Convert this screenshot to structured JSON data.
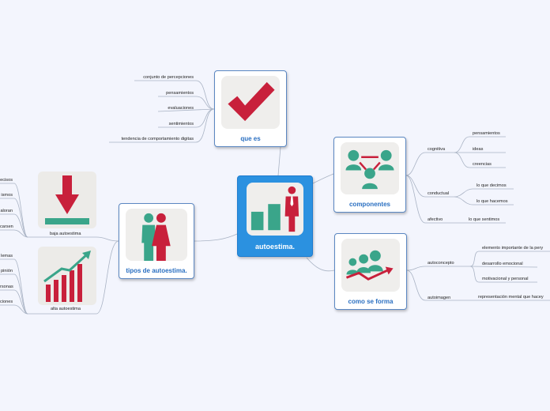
{
  "central": {
    "label": "autoestima."
  },
  "que_es": {
    "label": "que es",
    "icon": "red-checkmark-icon",
    "items": [
      "conjunto de percepciones",
      "pensamientos",
      "evaluaciones",
      "sentimientos",
      "tendencia de comportamiento digitas"
    ]
  },
  "componentes": {
    "label": "componentes",
    "icon": "team-network-icon",
    "groups": [
      {
        "label": "cognitiva",
        "items": [
          "pensamientos",
          "ideas",
          "creencias"
        ]
      },
      {
        "label": "conductual",
        "items": [
          "lo que decimos",
          "lo que hacemos"
        ]
      },
      {
        "label": "afectivo",
        "items": [
          "lo que sentimos"
        ]
      }
    ]
  },
  "como_se_forma": {
    "label": "como se forma",
    "icon": "growth-team-icon",
    "groups": [
      {
        "label": "autoconcepto",
        "items": [
          "elemento importante de la pery",
          "desarrollo emocional",
          "motivacional y personal"
        ]
      },
      {
        "label": "autoimagen",
        "items": [
          "representación mental que hacey"
        ]
      }
    ]
  },
  "tipos": {
    "label": "tipos de autoestima.",
    "icon": "man-woman-icon",
    "groups": [
      {
        "label": "baja autoestima",
        "icon": "down-arrow-icon",
        "items": [
          "ecisos",
          "ismos",
          "aloran",
          "carsen"
        ]
      },
      {
        "label": "alta autoestima",
        "icon": "growth-chart-icon",
        "items": [
          "lemas",
          "pinión",
          "rsonas",
          "ciones"
        ]
      }
    ]
  },
  "colors": {
    "accent": "#2b91e0",
    "node_border": "#5b87c2",
    "caption": "#2a6fc1",
    "red": "#c8203b",
    "teal": "#3aa58a",
    "line": "#a9b3c4"
  }
}
